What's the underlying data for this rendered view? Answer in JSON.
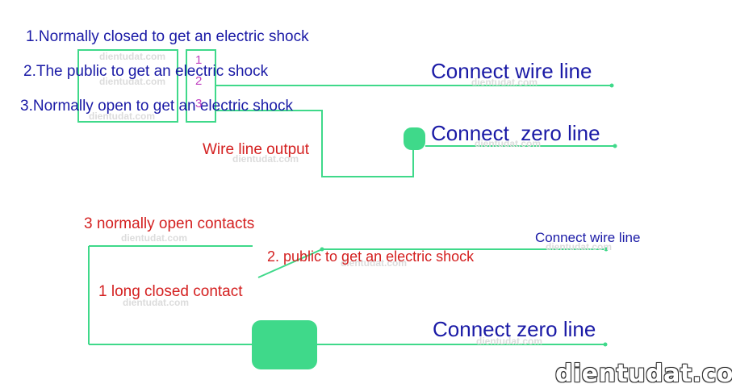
{
  "colors": {
    "wire": "#3fd98a",
    "box": "#3fd98a",
    "navy": "#1a1aa6",
    "red": "#d42020",
    "magenta": "#c040c0"
  },
  "top": {
    "legend_1": "1.Normally closed to get an electric shock",
    "legend_2": "2.The public to get an electric shock",
    "legend_3": "3.Normally open to get an electric shock",
    "pin_1": "1",
    "pin_2": "2",
    "pin_3": "3",
    "connect_wire": "Connect wire line",
    "connect_zero": "Connect  zero line",
    "output": "Wire line output"
  },
  "bottom": {
    "open_contacts": "3 normally open contacts",
    "common": "2. public to get an electric shock",
    "closed_contact": "1 long closed contact",
    "connect_wire": "Connect wire line",
    "connect_zero": "Connect zero line"
  },
  "watermark": "dientudat.com"
}
